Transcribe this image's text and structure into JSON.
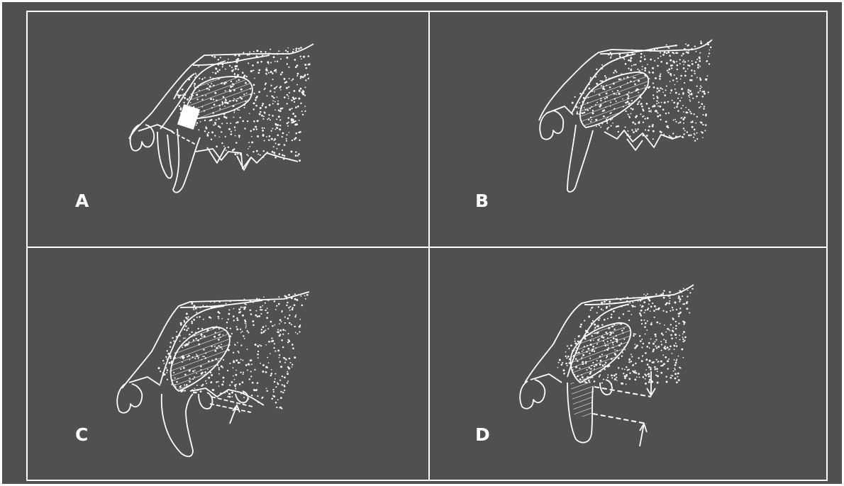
{
  "figure": {
    "background_color": "#505050",
    "line_color": "#ffffff",
    "panels": [
      {
        "label": "A"
      },
      {
        "label": "B"
      },
      {
        "label": "C"
      },
      {
        "label": "D"
      }
    ]
  }
}
